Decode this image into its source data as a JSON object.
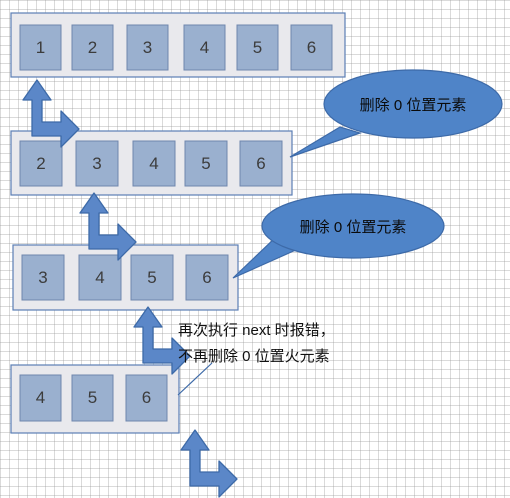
{
  "rows": [
    {
      "cells": [
        "1",
        "2",
        "3",
        "4",
        "5",
        "6"
      ]
    },
    {
      "cells": [
        "2",
        "3",
        "4",
        "5",
        "6"
      ]
    },
    {
      "cells": [
        "3",
        "4",
        "5",
        "6"
      ]
    },
    {
      "cells": [
        "4",
        "5",
        "6"
      ]
    }
  ],
  "callouts": [
    {
      "text": "删除 0 位置元素"
    },
    {
      "text": "删除 0 位置元素"
    }
  ],
  "caption": {
    "line1": "再次执行 next 时报错，",
    "line2": "不再删除 0 位置火元素"
  },
  "arrows": [
    {
      "icon": "bent-arrow-icon"
    },
    {
      "icon": "bent-arrow-icon"
    },
    {
      "icon": "bent-arrow-icon"
    },
    {
      "icon": "bent-arrow-icon"
    }
  ],
  "colors": {
    "container_fill": "#e9e9ed",
    "container_border": "#5b7eb5",
    "cell_fill": "#9ab0cf",
    "cell_border": "#6f86ad",
    "cell_text": "#3c3c3c",
    "arrow_fill": "#5b87c8",
    "arrow_stroke": "#3d6aa8",
    "bubble_fill": "#4f84c8",
    "bubble_stroke": "#3d6aa8",
    "bubble_text": "#0a0a0a"
  }
}
